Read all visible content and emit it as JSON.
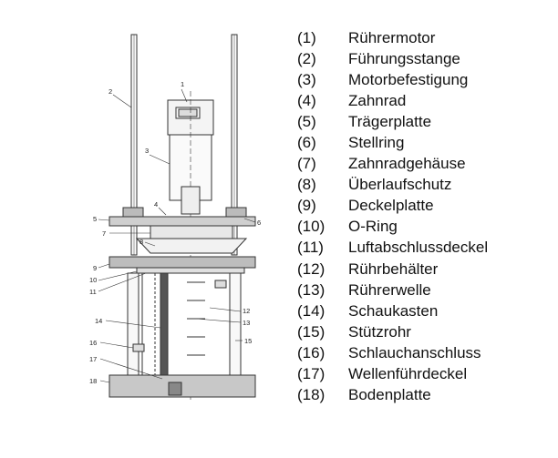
{
  "drawing": {
    "callouts": [
      "1",
      "2",
      "3",
      "4",
      "5",
      "6",
      "7",
      "8",
      "9",
      "10",
      "11",
      "12",
      "13",
      "14",
      "15",
      "16",
      "17",
      "18"
    ]
  },
  "legend": {
    "items": [
      {
        "num": "(1)",
        "label": "Rührermotor"
      },
      {
        "num": "(2)",
        "label": "Führungsstange"
      },
      {
        "num": "(3)",
        "label": "Motorbefestigung"
      },
      {
        "num": "(4)",
        "label": "Zahnrad"
      },
      {
        "num": "(5)",
        "label": "Trägerplatte"
      },
      {
        "num": "(6)",
        "label": "Stellring"
      },
      {
        "num": "(7)",
        "label": "Zahnradgehäuse"
      },
      {
        "num": "(8)",
        "label": "Überlaufschutz"
      },
      {
        "num": "(9)",
        "label": "Deckelplatte"
      },
      {
        "num": "(10)",
        "label": "O-Ring"
      },
      {
        "num": "(11)",
        "label": "Luftabschlussdeckel"
      },
      {
        "num": "(12)",
        "label": "Rührbehälter"
      },
      {
        "num": "(13)",
        "label": "Rührerwelle"
      },
      {
        "num": "(14)",
        "label": "Schaukasten"
      },
      {
        "num": "(15)",
        "label": "Stützrohr"
      },
      {
        "num": "(16)",
        "label": "Schlauchanschluss"
      },
      {
        "num": "(17)",
        "label": "Wellenführdeckel"
      },
      {
        "num": "(18)",
        "label": "Bodenplatte"
      }
    ]
  }
}
